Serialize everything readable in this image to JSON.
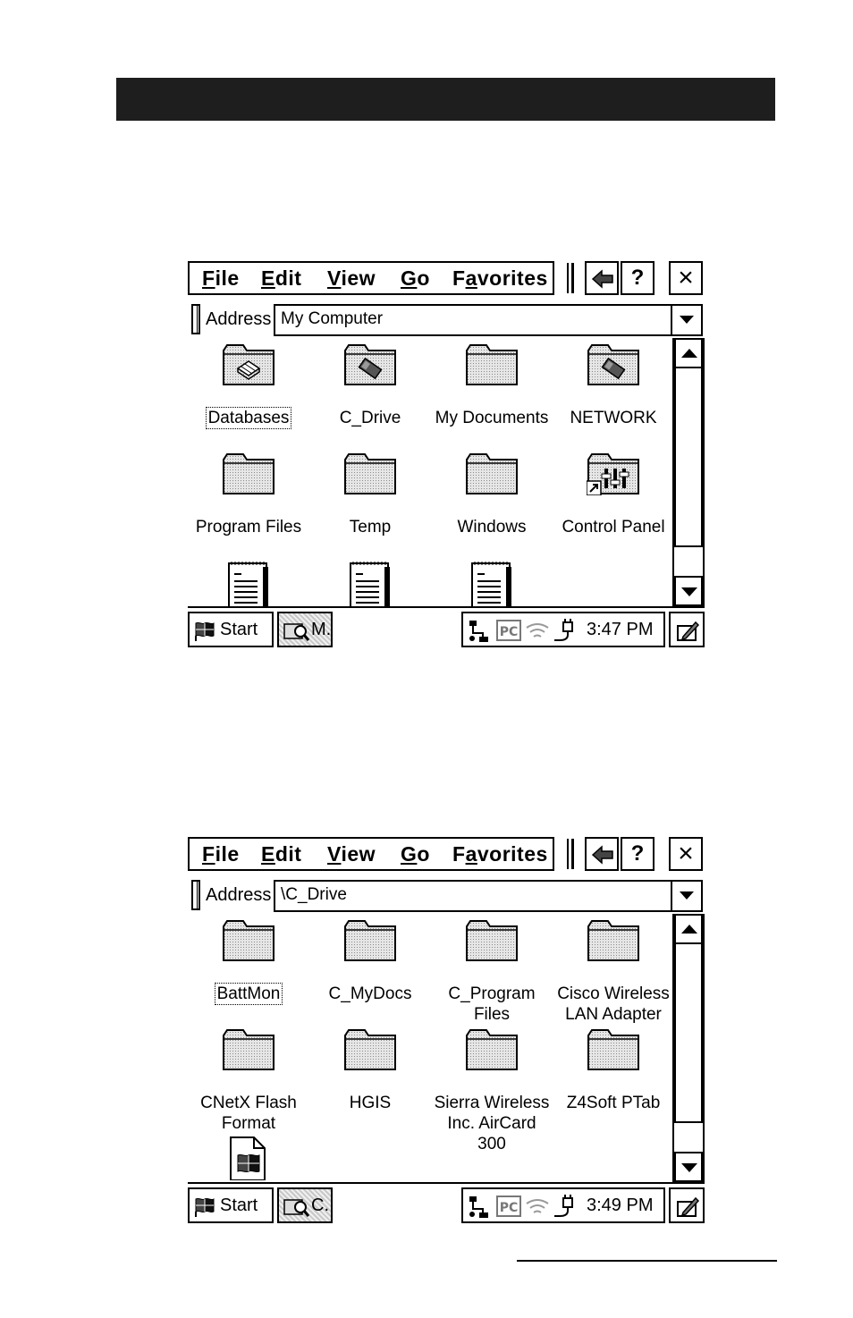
{
  "screens": [
    {
      "menu": [
        {
          "hotkey": "F",
          "rest": "ile"
        },
        {
          "hotkey": "E",
          "rest": "dit"
        },
        {
          "hotkey": "V",
          "rest": "iew"
        },
        {
          "hotkey": "G",
          "rest": "o"
        },
        {
          "pre": "F",
          "hotkey": "a",
          "rest": "vorites"
        }
      ],
      "help_label": "?",
      "close_label": "×",
      "address_label": "Address",
      "address_value": "My Computer",
      "icons": [
        {
          "label": "Databases",
          "icon": "database-folder-icon",
          "selected": true
        },
        {
          "label": "C_Drive",
          "icon": "drive-folder-icon"
        },
        {
          "label": "My Documents",
          "icon": "folder-icon"
        },
        {
          "label": "NETWORK",
          "icon": "drive-folder-icon"
        },
        {
          "label": "Program Files",
          "icon": "folder-icon"
        },
        {
          "label": "Temp",
          "icon": "folder-icon"
        },
        {
          "label": "Windows",
          "icon": "folder-icon"
        },
        {
          "label": "Control Panel",
          "icon": "control-panel-icon"
        },
        {
          "label": "",
          "icon": "notepad-icon"
        },
        {
          "label": "",
          "icon": "notepad-icon"
        },
        {
          "label": "",
          "icon": "notepad-icon"
        }
      ],
      "taskbar": {
        "start_label": "Start",
        "task_label": "M.",
        "time": "3:47 PM",
        "pc_label": "PC"
      }
    },
    {
      "menu": [
        {
          "hotkey": "F",
          "rest": "ile"
        },
        {
          "hotkey": "E",
          "rest": "dit"
        },
        {
          "hotkey": "V",
          "rest": "iew"
        },
        {
          "hotkey": "G",
          "rest": "o"
        },
        {
          "pre": "F",
          "hotkey": "a",
          "rest": "vorites"
        }
      ],
      "help_label": "?",
      "close_label": "×",
      "address_label": "Address",
      "address_value": "\\C_Drive",
      "icons": [
        {
          "label": "BattMon",
          "icon": "folder-icon",
          "selected": true
        },
        {
          "label": "C_MyDocs",
          "icon": "folder-icon"
        },
        {
          "label": "C_Program\nFiles",
          "icon": "folder-icon"
        },
        {
          "label": "Cisco Wireless\nLAN Adapter",
          "icon": "folder-icon"
        },
        {
          "label": "CNetX Flash\nFormat",
          "icon": "folder-icon"
        },
        {
          "label": "HGIS",
          "icon": "folder-icon"
        },
        {
          "label": "Sierra Wireless\nInc. AirCard\n300",
          "icon": "folder-icon"
        },
        {
          "label": "Z4Soft PTab",
          "icon": "folder-icon"
        },
        {
          "label": "",
          "icon": "windows-file-icon"
        }
      ],
      "taskbar": {
        "start_label": "Start",
        "task_label": "C.",
        "time": "3:49 PM",
        "pc_label": "PC"
      }
    }
  ]
}
